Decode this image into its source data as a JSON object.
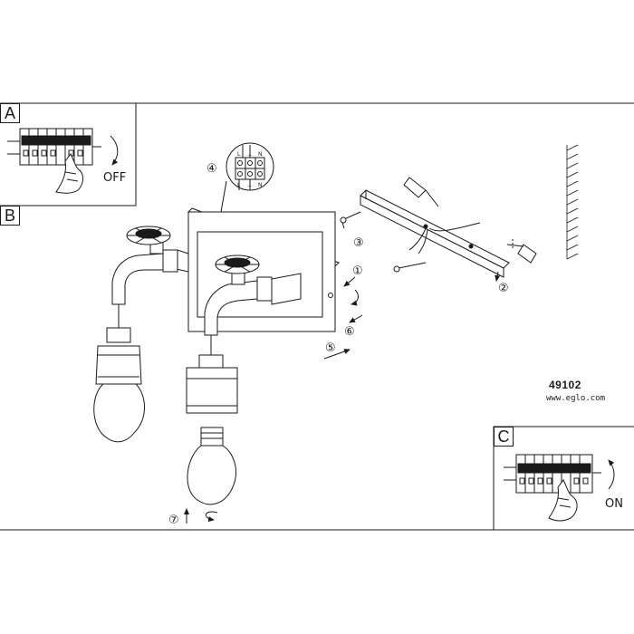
{
  "panels": {
    "a": {
      "letter": "A",
      "action": "OFF"
    },
    "b": {
      "letter": "B"
    },
    "c": {
      "letter": "C",
      "action": "ON"
    }
  },
  "steps": [
    "①",
    "②",
    "③",
    "④",
    "⑤",
    "⑥",
    "⑦"
  ],
  "terminal": {
    "top": [
      "L",
      "⊥",
      "N"
    ],
    "bottom": [
      "L",
      "⊥",
      "N"
    ]
  },
  "product": {
    "model": "49102",
    "website": "www.eglo.com"
  },
  "colors": {
    "line": "#1a1a1a",
    "background": "#ffffff"
  }
}
